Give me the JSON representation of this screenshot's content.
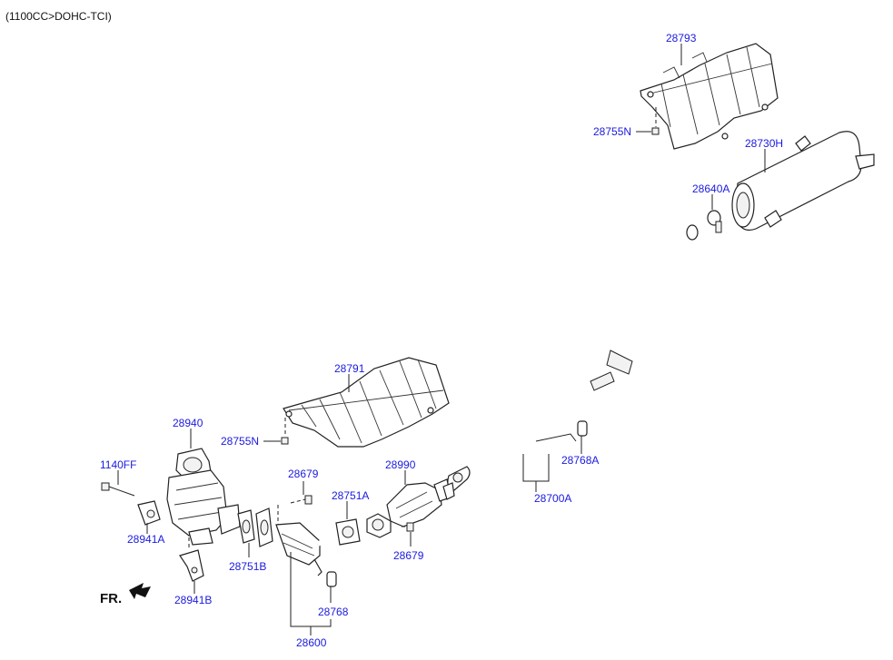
{
  "header": {
    "engine_spec": "(1100CC>DOHC-TCI)"
  },
  "direction": {
    "label": "FR."
  },
  "callouts": {
    "p28793": "28793",
    "p28755N_top": "28755N",
    "p28730H": "28730H",
    "p28640A": "28640A",
    "p28791": "28791",
    "p28755N_mid": "28755N",
    "p28940": "28940",
    "p1140FF": "1140FF",
    "p28941A": "28941A",
    "p28941B": "28941B",
    "p28679_left": "28679",
    "p28751A": "28751A",
    "p28751B": "28751B",
    "p28990": "28990",
    "p28679_right": "28679",
    "p28768A": "28768A",
    "p28700A": "28700A",
    "p28768": "28768",
    "p28600": "28600"
  }
}
